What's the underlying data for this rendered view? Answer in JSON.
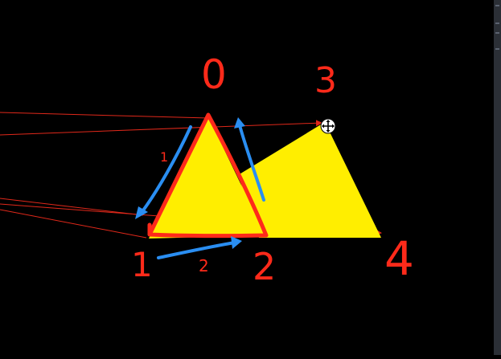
{
  "colors": {
    "background": "#000000",
    "triangle_fill": "#ffee00",
    "red_ink": "#ff2a1a",
    "blue_ink": "#2a8ef2",
    "thin_ray": "#e0281a"
  },
  "vertex_labels": {
    "v0": "0",
    "v1": "1",
    "v2": "2",
    "v3": "3",
    "v4": "4"
  },
  "edge_labels": {
    "e1": "1",
    "e2": "2"
  },
  "icons": {
    "cursor": "move-cursor-icon"
  }
}
